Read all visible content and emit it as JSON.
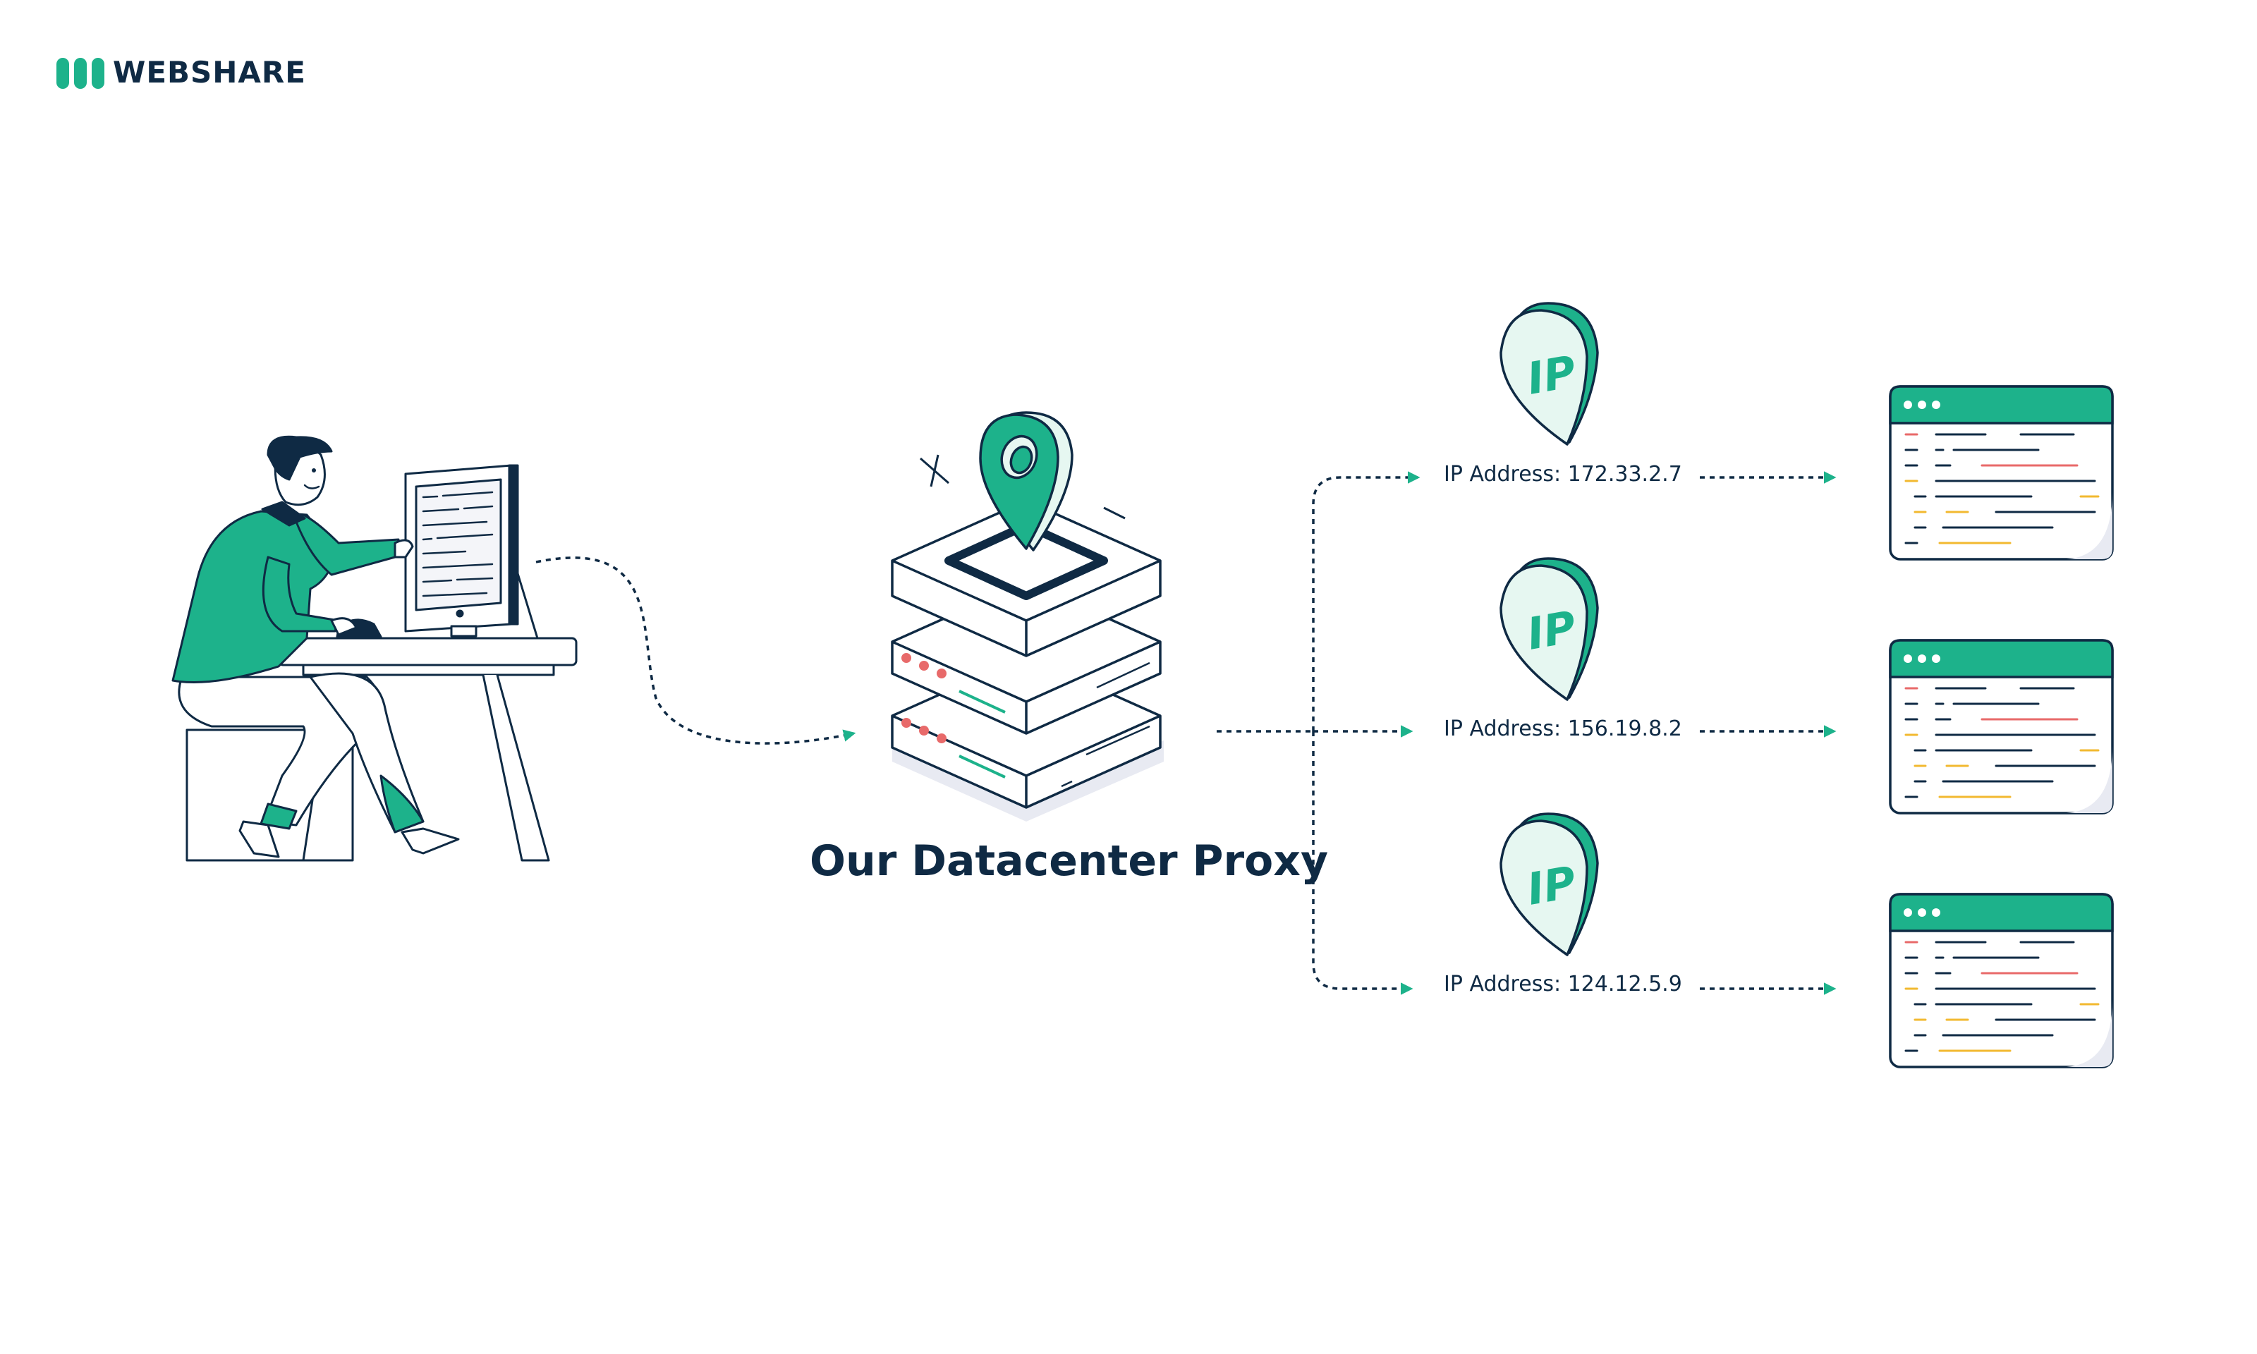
{
  "brand": {
    "name": "WEBSHARE",
    "logo_icon": "webshare-logo-icon"
  },
  "diagram": {
    "title": "Our Datacenter Proxy",
    "client_illustration": "person-at-computer-illustration",
    "proxy_icon": "server-stack-with-location-pin-icon",
    "ip_nodes": [
      {
        "pin_text": "IP",
        "label": "IP Address: 172.33.2.7"
      },
      {
        "pin_text": "IP",
        "label": "IP Address: 156.19.8.2"
      },
      {
        "pin_text": "IP",
        "label": "IP Address: 124.12.5.9"
      }
    ],
    "target_icon": "browser-window-code-icon"
  },
  "colors": {
    "accent": "#1db28b",
    "navy": "#0f2a44",
    "pale_mint": "#e6f7f1",
    "red_dot": "#e86a6a",
    "yellow_line": "#f2b930",
    "shadow": "#e8eaf2"
  }
}
